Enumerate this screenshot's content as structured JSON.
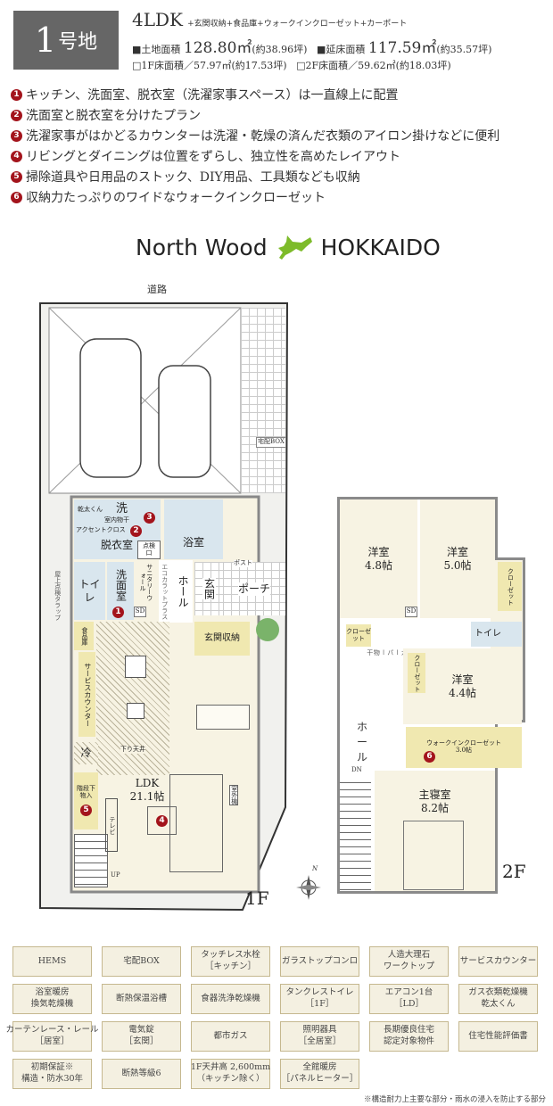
{
  "header": {
    "lot_number": "1",
    "lot_suffix": "号地",
    "layout": "4LDK",
    "extras": "+玄関収納+食品庫+ウォークインクローゼット+カーポート",
    "land_area_label": "■土地面積",
    "land_area_value": "128.80㎡",
    "land_area_tsubo": "(約38.96坪)",
    "floor_area_label": "■延床面積",
    "floor_area_value": "117.59㎡",
    "floor_area_tsubo": "(約35.57坪)",
    "f1_area": "□1F床面積／57.97㎡(約17.53坪)",
    "f2_area": "□2F床面積／59.62㎡(約18.03坪)"
  },
  "features": [
    {
      "num": "1",
      "text": "キッチン、洗面室、脱衣室（洗濯家事スペース）は一直線上に配置"
    },
    {
      "num": "2",
      "text": "洗面室と脱衣室を分けたプラン"
    },
    {
      "num": "3",
      "text": "洗濯家事がはかどるカウンターは洗濯・乾燥の済んだ衣類のアイロン掛けなどに便利"
    },
    {
      "num": "4",
      "text": "リビングとダイニングは位置をずらし、独立性を高めたレイアウト"
    },
    {
      "num": "5",
      "text": "掃除道具や日用品のストック、DIY用品、工具類なども収納"
    },
    {
      "num": "6",
      "text": "収納力たっぷりのワイドなウォークインクローゼット"
    }
  ],
  "logo": {
    "left": "North Wood",
    "right": "HOKKAIDO",
    "color": "#7dbb2a"
  },
  "plan1f": {
    "road": "道路",
    "delivery_box": "宅配BOX",
    "dryer": "乾太くん",
    "laundry": "洗",
    "indoor_drying": "室内物干",
    "accent_cloth": "アクセントクロス",
    "dressing": "脱衣室",
    "inspection": "点検口",
    "bath": "浴室",
    "toilet": "トイレ",
    "washroom": "洗面室",
    "sanitary_wall": "サニタリーウォール",
    "sd": "SD",
    "hall": "ホール",
    "ecocarat": "エコカラットプラス",
    "entrance": "玄関",
    "porch": "ポーチ",
    "post": "ポスト",
    "entrance_storage": "玄関収納",
    "pantry": "食品庫",
    "service_counter": "サービスカウンター",
    "fridge": "冷",
    "lowered_ceiling": "下り天井",
    "under_stairs": "階段下物入",
    "ldk": "LDK",
    "ldk_size": "21.1帖",
    "up": "UP",
    "tv": "テレビ",
    "outdoor_unit": "室外機",
    "roof_ladder": "屋上点検タラップ",
    "floor": "1F"
  },
  "plan2f": {
    "room_a": "洋室",
    "room_a_size": "4.8帖",
    "room_b": "洋室",
    "room_b_size": "5.0帖",
    "closet": "クローゼット",
    "sd": "SD",
    "toilet": "トイレ",
    "hanger": "ハンガーパー物干",
    "hall": "ホール",
    "room_c": "洋室",
    "room_c_size": "4.4帖",
    "wic": "ウォークインクローゼット",
    "wic_size": "3.0帖",
    "dn": "DN",
    "master": "主寝室",
    "master_size": "8.2帖",
    "floor": "2F"
  },
  "compass": "N",
  "equipment": [
    "HEMS",
    "宅配BOX",
    "タッチレス水栓\n［キッチン］",
    "ガラストップコンロ",
    "人造大理石\nワークトップ",
    "サービスカウンター",
    "浴室暖房\n換気乾燥機",
    "断熱保温浴槽",
    "食器洗浄乾燥機",
    "タンクレストイレ\n［1F］",
    "エアコン1台\n［LD］",
    "ガス衣類乾燥機\n乾太くん",
    "カーテンレース・レール\n［居室］",
    "電気錠\n［玄関］",
    "都市ガス",
    "照明器具\n［全居室］",
    "長期優良住宅\n認定対象物件",
    "住宅性能評価書",
    "初期保証※\n構造・防水30年",
    "断熱等級6",
    "1F天井高 2,600mm\n（キッチン除く）",
    "全館暖房\n［パネルヒーター］"
  ],
  "footnote": "※構造耐力上主要な部分・雨水の浸入を防止する部分",
  "colors": {
    "badge": "#a3141c",
    "lot_box": "#666666",
    "feature_box": "#f4f0e1"
  }
}
